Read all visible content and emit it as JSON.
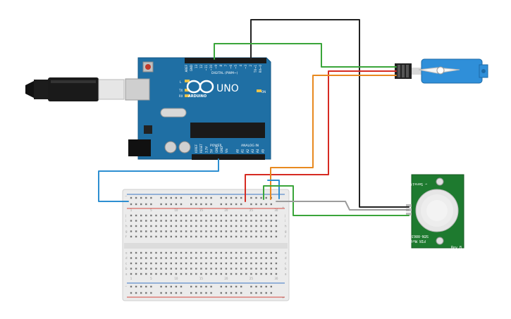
{
  "board": {
    "logo": "ARDUINO",
    "model": "UNO",
    "digital_header": "DIGITAL (PWM~)",
    "power_header": "POWER",
    "analog_header": "ANALOG IN",
    "led_l": "L",
    "led_tx": "TX",
    "led_rx": "RX",
    "led_on": "ON",
    "digital_pins": [
      "AREF",
      "GND",
      "13",
      "12",
      "~11",
      "~10",
      "~9",
      "8",
      "7",
      "~6",
      "~5",
      "4",
      "~3",
      "2",
      "TX→1",
      "RX←0"
    ],
    "power_pins": [
      "IOREF",
      "RESET",
      "3.3V",
      "5V",
      "GND",
      "GND",
      "Vin"
    ],
    "analog_pins": [
      "A0",
      "A1",
      "A2",
      "A3",
      "A4",
      "A5"
    ]
  },
  "pir": {
    "label_top": "← Sensitivity",
    "label_bottom1": "PIR Motion",
    "label_bottom2": "SEN-08630",
    "pin_label": "Rev B"
  },
  "breadboard": {
    "columns": [
      "1",
      "5",
      "10",
      "15",
      "20",
      "25",
      "30"
    ],
    "rows_top": [
      "j",
      "i",
      "h",
      "g",
      "f"
    ],
    "rows_bottom": [
      "e",
      "d",
      "c",
      "b",
      "a"
    ],
    "rail_plus": "+",
    "rail_minus": "−"
  },
  "colors": {
    "arduino": "#1f6fa4",
    "breadboard": "#ebebeb",
    "pir": "#1e7a2f",
    "servo": "#2f8fd9",
    "wire_black": "#222222",
    "wire_green": "#3aa53a",
    "wire_red": "#d62b22",
    "wire_orange": "#e8891f",
    "wire_blue": "#2d8fd1",
    "wire_gray": "#9c9c9c"
  }
}
